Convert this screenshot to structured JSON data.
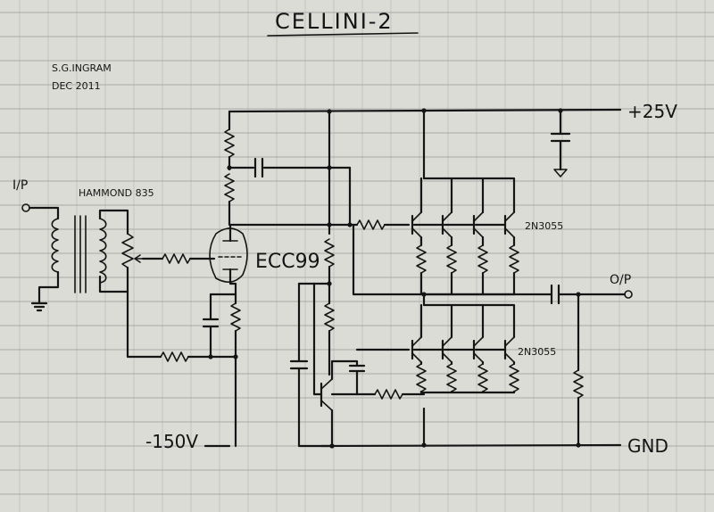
{
  "title": "CELLINI-2",
  "author": "S.G.INGRAM",
  "date": "DEC 2011",
  "labels": {
    "supply_pos": "+25V",
    "supply_neg": "-150V",
    "ground": "GND",
    "input": "I/P",
    "output": "O/P",
    "transformer": "HAMMOND 835",
    "tube": "ECC99",
    "transistor_upper": "2N3055",
    "transistor_lower": "2N3055"
  },
  "colors": {
    "paper": "#dcdcd7",
    "rule_lines": "#a9a9a6",
    "ink": "#151515"
  }
}
